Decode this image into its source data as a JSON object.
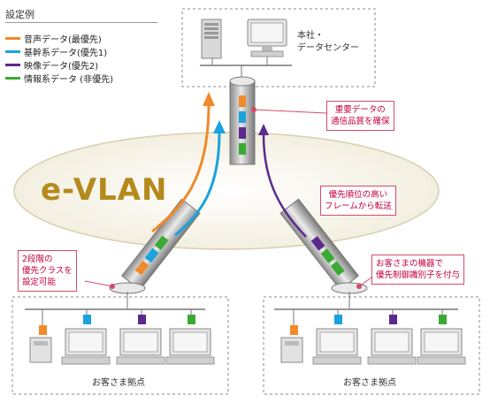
{
  "legend": {
    "title": "設定例",
    "items": [
      {
        "label": "音声データ(最優先)",
        "color": "#f08a2a"
      },
      {
        "label": "基幹系データ(優先1)",
        "color": "#1aa3dc"
      },
      {
        "label": "映像データ(優先2)",
        "color": "#5b2a8c"
      },
      {
        "label": "情報系データ (非優先)",
        "color": "#3aaa35"
      }
    ]
  },
  "hq": {
    "label": "本社・\nデータセンター"
  },
  "network": {
    "label": "e-VLAN"
  },
  "callouts": {
    "quality": "重要データの\n通信品質を確保",
    "priority_frames": "優先順位の高い\nフレームから転送",
    "two_level": "2段階の\n優先クラスを\n設定可能",
    "customer_id": "お客さまの機器で\n優先制御識別子を付与"
  },
  "sites": {
    "left": {
      "label": "お客さま拠点"
    },
    "right": {
      "label": "お客さま拠点"
    }
  }
}
